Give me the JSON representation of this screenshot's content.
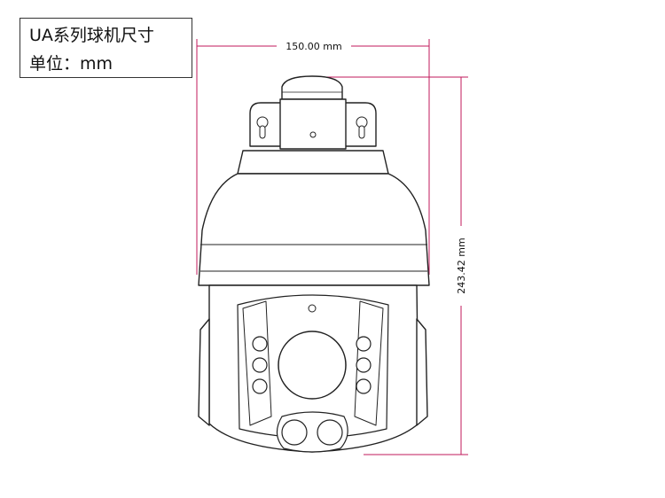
{
  "title_box": {
    "line1": "UA系列球机尺寸",
    "line2": "单位：mm"
  },
  "dimensions": {
    "width_label": "150.00 mm",
    "height_label": "243.42 mm"
  },
  "colors": {
    "dimension_line": "#c2185b",
    "outline": "#222222"
  }
}
